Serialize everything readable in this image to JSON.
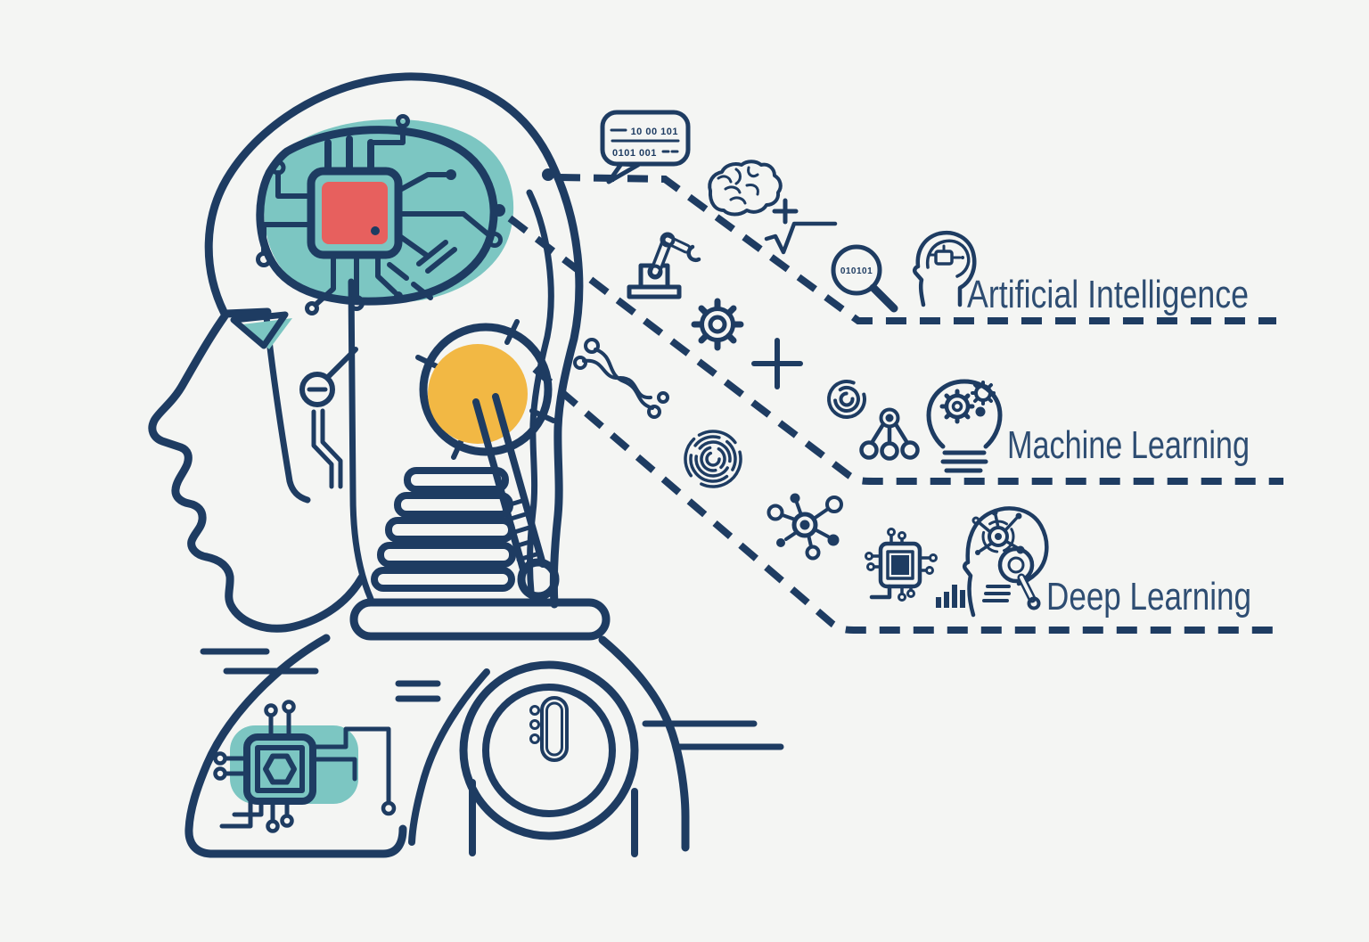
{
  "page": {
    "background": "#f4f5f3"
  },
  "colors": {
    "outline": "#1e3c62",
    "label_text": "#2e4d72",
    "teal_accent": "#7cc6c2",
    "red_chip": "#e7605e",
    "yellow_ear": "#f2b844"
  },
  "speech_bubble": {
    "row1": "10 00 101",
    "row2": "0101 001"
  },
  "magnifier": {
    "binary": "010101"
  },
  "labels": {
    "ai": "Artificial Intelligence",
    "ml": "Machine Learning",
    "dl": "Deep Learning"
  }
}
